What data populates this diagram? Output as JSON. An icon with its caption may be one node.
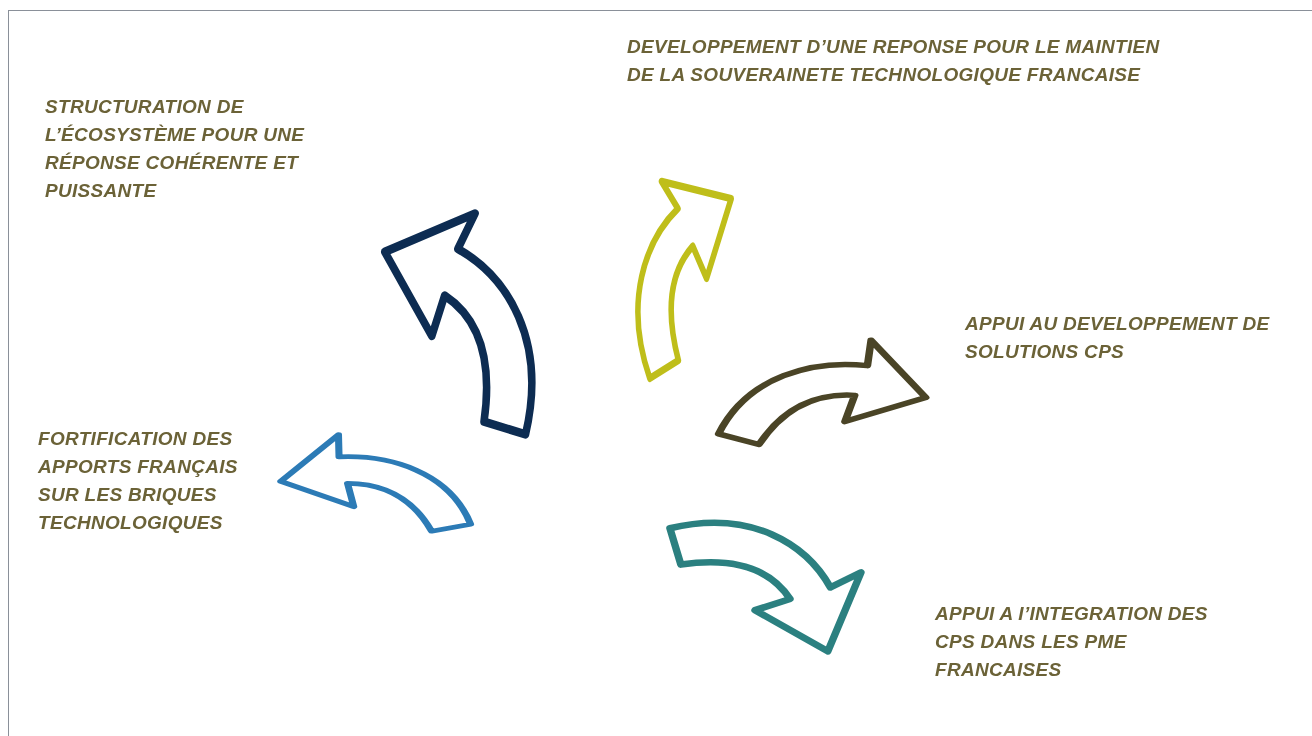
{
  "diagram": {
    "nodes": [
      {
        "text": [],
        "shape": "arrow"
      },
      {
        "text": [],
        "shape": "arrow"
      },
      {
        "text": [],
        "shape": "arrow",
        "beside": [
          "APPUI AU DEVELOPPEMENT DE SOLUTIONS CPS"
        ]
      },
      {
        "text": [],
        "shape": "arrow",
        "beside": [
          "APPUI A I’INTEGRATION DES CPS DANS LES PME FRANCAISES"
        ]
      },
      {
        "text": [],
        "shape": "arrow",
        "beside": [
          "FORTIFICATION DES APPORTS FRANÇAIS SUR LES BRIQUES TECHNOLOGIQUES"
        ]
      }
    ],
    "labels": [
      "STRUCTURATION DE L’ÉCOSYSTÈME POUR UNE RÉPONSE COHÉRENTE ET PUISSANTE",
      "DEVELOPPEMENT D’UNE REPONSE POUR LE MAINTIEN DE LA SOUVERAINETE TECHNOLOGIQUE FRANCAISE"
    ]
  }
}
